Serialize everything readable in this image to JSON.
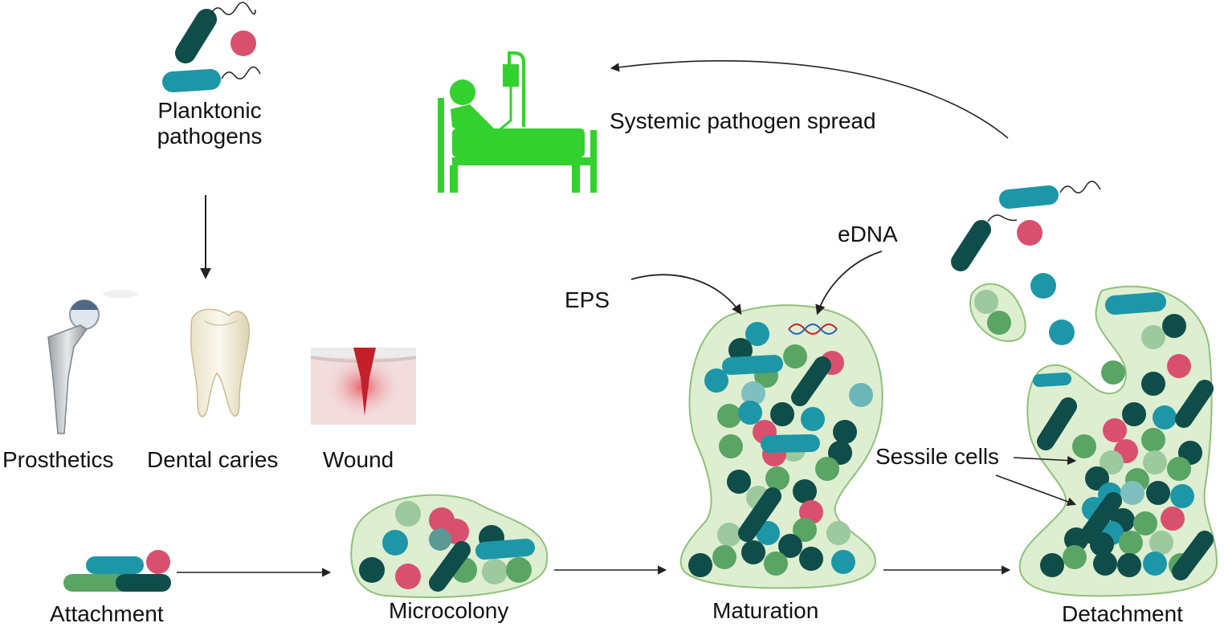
{
  "labels": {
    "planktonic": "Planktonic\npathogens",
    "systemic": "Systemic pathogen spread",
    "edna": "eDNA",
    "eps": "EPS",
    "prosthetics": "Prosthetics",
    "dental": "Dental caries",
    "wound": "Wound",
    "sessile": "Sessile cells",
    "attachment": "Attachment",
    "microcolony": "Microcolony",
    "maturation": "Maturation",
    "detachment": "Detachment"
  },
  "colors": {
    "dark_teal": "#0f4d4a",
    "teal": "#1d97a8",
    "pink": "#d9506e",
    "green": "#5aa464",
    "light_green": "#9cc99e",
    "matrix_fill": "#deeed0",
    "matrix_stroke": "#8fc07a",
    "bed_green": "#33d12e",
    "wound_red": "#c4202a"
  }
}
